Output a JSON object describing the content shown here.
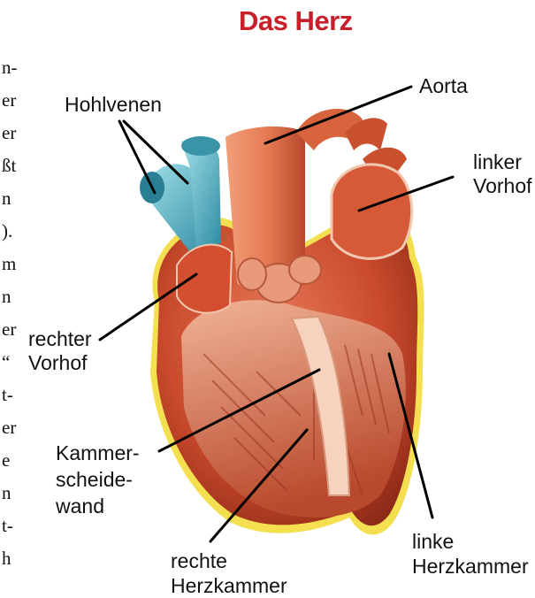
{
  "title": "Das Herz",
  "colors": {
    "title": "#c8202a",
    "heart": "#c94a2c",
    "vein": "#4fb3c9",
    "fat": "#f2e15a"
  },
  "labels": {
    "hohlvenen": "Hohlvenen",
    "aorta": "Aorta",
    "linker_vorhof": [
      "linker",
      "Vorhof"
    ],
    "rechter_vorhof": [
      "rechter",
      "Vorhof"
    ],
    "kammerscheidewand": [
      "Kammer-",
      "scheide-",
      "wand"
    ],
    "rechte_herzkammer": [
      "rechte",
      "Herzkammer"
    ],
    "linke_herzkammer": [
      "linke",
      "Herzkammer"
    ]
  },
  "edge_text": [
    "n-",
    "er",
    "er",
    "ßt",
    "n",
    ").",
    "m",
    "n",
    "er",
    "“",
    "t-",
    "er",
    "e",
    "n",
    "t-",
    "h"
  ]
}
